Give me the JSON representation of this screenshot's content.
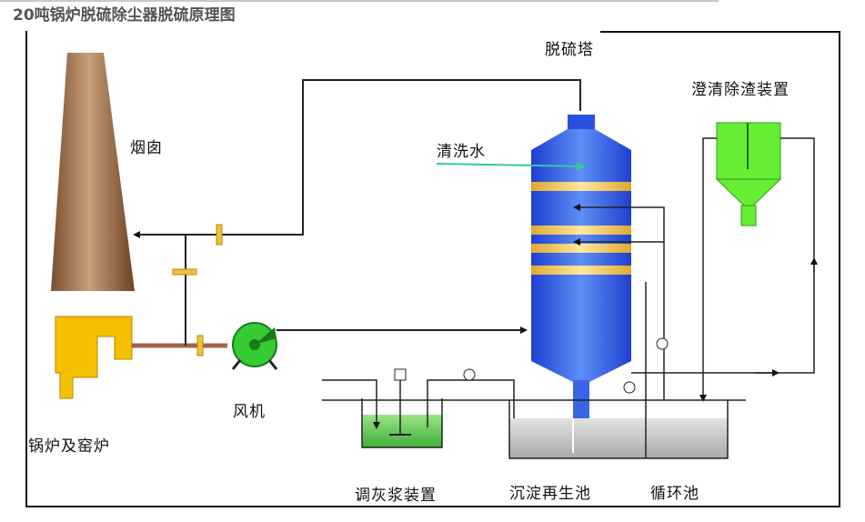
{
  "title": "20吨锅炉脱硫除尘器脱硫原理图",
  "labels": {
    "chimney": "烟囱",
    "tower": "脱硫塔",
    "wash_water": "清洗水",
    "clarifier": "澄清除渣装置",
    "boiler": "锅炉及窑炉",
    "fan": "风机",
    "slurry": "调灰浆装置",
    "settling_tank": "沉淀再生池",
    "circulation_tank": "循环池"
  },
  "colors": {
    "tower": "#2b50e0",
    "tower_light": "#5a8cf0",
    "spray_layer": "#f0c040",
    "chimney": "#b58c6a",
    "boiler": "#f5c000",
    "fan": "#33cc33",
    "clarifier": "#66ee33",
    "wash_arrow": "#33cc99",
    "pipe": "#222222",
    "flue_pipe": "#a0624a",
    "tank_water": "#c8c8c8",
    "slurry_water": "#66cc55"
  }
}
